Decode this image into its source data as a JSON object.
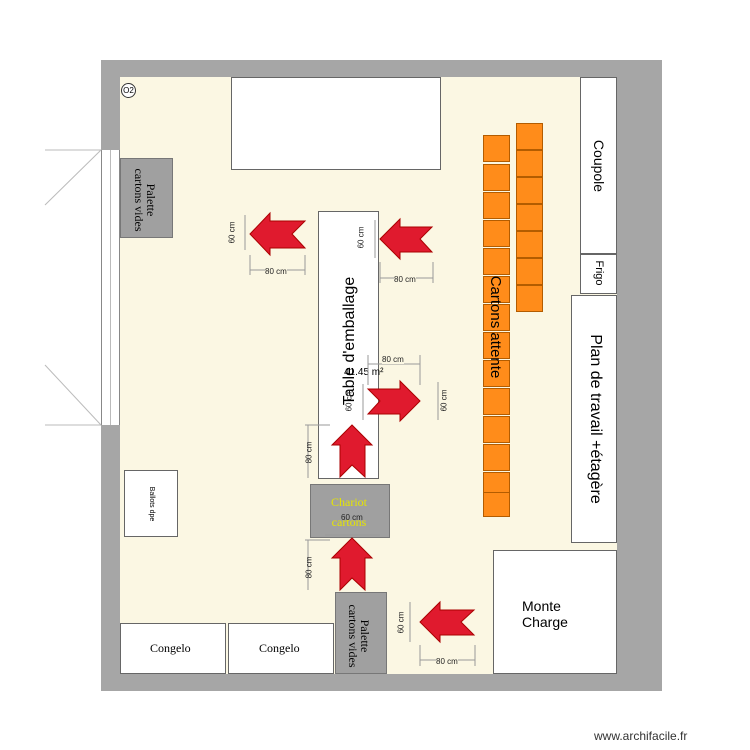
{
  "room": {
    "id": "O2",
    "area": "41.45 m²"
  },
  "labels": {
    "palette_top": [
      "Palette",
      "cartons vides"
    ],
    "palette_bottom": [
      "Palette",
      "cartons vides"
    ],
    "table": "Table d'emballage",
    "cartons": "Cartons attente",
    "coupole": "Coupole",
    "frigo": "Frigo",
    "plan": "Plan de travail +étagère",
    "monte": [
      "Monte",
      "Charge"
    ],
    "congelo_1": "Congelo",
    "congelo_2": "Congelo",
    "chariot": [
      "Chariot",
      "cartons"
    ],
    "small_box": "Ballots dpe"
  },
  "dimensions": {
    "a1_v": "60 cm",
    "a1_h": "80 cm",
    "a2_v": "60 cm",
    "a2_h": "80 cm",
    "a3_v": "60 cm",
    "a3_h": "80 cm",
    "a4_v": "80 cm",
    "a4_h": "60 cm",
    "a5_v": "80 cm",
    "a6_v": "60 cm",
    "a6_h": "80 cm",
    "table_v": "60 cm"
  },
  "watermark": "www.archifacile.fr",
  "colors": {
    "wall": "#a6a6a6",
    "floor": "#fbf7e3",
    "arrow": "#e01a2e",
    "carton": "#ff8c1a",
    "chariot_text": "#e6e600"
  }
}
